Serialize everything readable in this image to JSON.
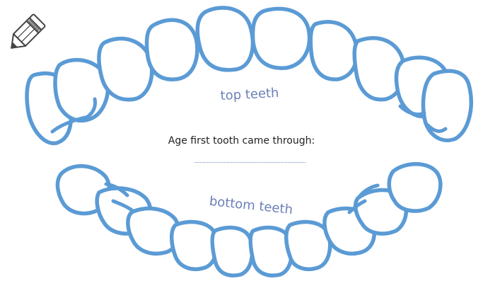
{
  "labels": {
    "top": "top teeth",
    "bottom": "bottom teeth",
    "prompt": "Age first tooth came through:"
  },
  "colors": {
    "outline": "#5b9bd5",
    "label": "#6b7fb8",
    "text": "#222222",
    "pencil": "#444444"
  },
  "icons": {
    "pencil": "pencil-icon"
  }
}
